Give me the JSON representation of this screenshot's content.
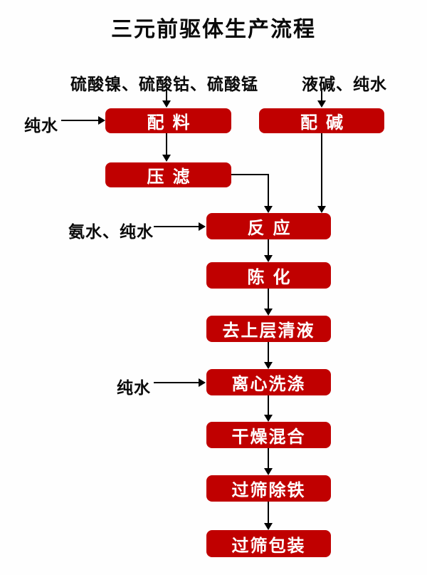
{
  "title": "三元前驱体生产流程",
  "colors": {
    "box": "#c00000",
    "text": "#ffffff",
    "line": "#000000"
  },
  "inputs": {
    "sulfates": "硫酸镍、硫酸钴、硫酸锰",
    "alkali_water": "液碱、纯水",
    "pure_water_1": "纯水",
    "ammonia_water": "氨水、纯水",
    "pure_water_2": "纯水"
  },
  "nodes": {
    "batching": "配料",
    "alkali_prep": "配碱",
    "press_filter": "压滤",
    "reaction": "反应",
    "aging": "陈化",
    "remove_supernatant": "去上层清液",
    "centrifugal_wash": "离心洗涤",
    "dry_mix": "干燥混合",
    "sieve_iron_removal": "过筛除铁",
    "sieve_packaging": "过筛包装"
  },
  "edges": [
    {
      "from": "sulfates",
      "to": "batching"
    },
    {
      "from": "alkali_water",
      "to": "alkali_prep"
    },
    {
      "from": "pure_water_1",
      "to": "batching"
    },
    {
      "from": "batching",
      "to": "press_filter"
    },
    {
      "from": "press_filter",
      "to": "reaction"
    },
    {
      "from": "alkali_prep",
      "to": "reaction"
    },
    {
      "from": "ammonia_water",
      "to": "reaction"
    },
    {
      "from": "reaction",
      "to": "aging"
    },
    {
      "from": "aging",
      "to": "remove_supernatant"
    },
    {
      "from": "remove_supernatant",
      "to": "centrifugal_wash"
    },
    {
      "from": "pure_water_2",
      "to": "centrifugal_wash"
    },
    {
      "from": "centrifugal_wash",
      "to": "dry_mix"
    },
    {
      "from": "dry_mix",
      "to": "sieve_iron_removal"
    },
    {
      "from": "sieve_iron_removal",
      "to": "sieve_packaging"
    }
  ]
}
